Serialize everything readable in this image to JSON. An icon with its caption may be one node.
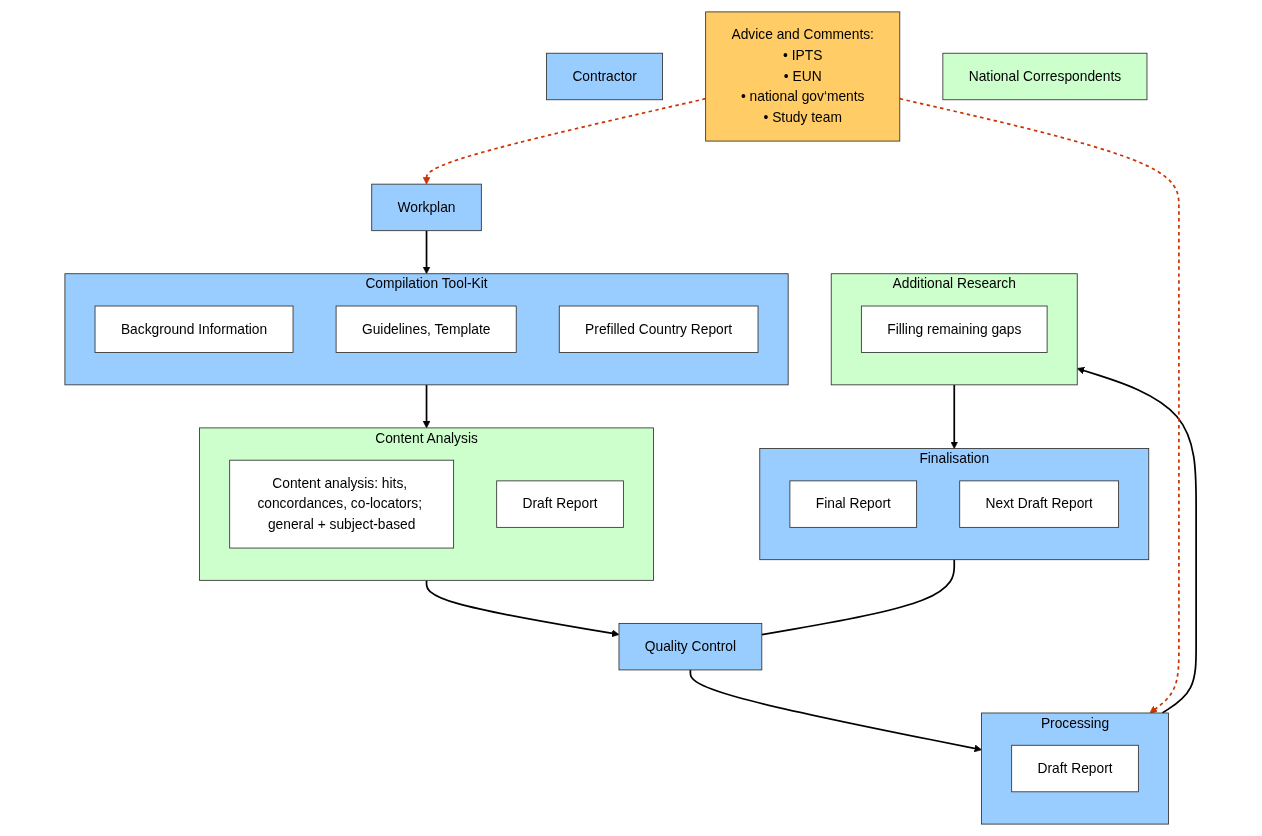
{
  "diagram": {
    "nodes": [
      {
        "text": [
          "Contractor"
        ]
      },
      {
        "text": [
          "Workplan"
        ]
      },
      {
        "text": [
          "Compilation Tool-Kit"
        ]
      },
      {
        "text": [
          "Background Information"
        ],
        "in": 2
      },
      {
        "text": [
          "Guidelines, Template"
        ],
        "in": 2
      },
      {
        "text": [
          "Prefilled Country Report"
        ],
        "in": 2
      },
      {
        "text": [
          "Quality Control"
        ]
      },
      {
        "text": [
          "Processing"
        ]
      },
      {
        "text": [
          "Draft Report"
        ],
        "in": 7
      },
      {
        "text": [
          "Finalisation"
        ]
      },
      {
        "text": [
          "Final Report"
        ],
        "in": 9
      },
      {
        "text": [
          "Next Draft Report"
        ],
        "in": 9
      },
      {
        "text": [
          "Advice and Comments:",
          "• IPTS",
          "• EUN",
          "• national gov‘ments",
          "• Study team"
        ]
      },
      {
        "text": [
          "National Correspondents"
        ]
      },
      {
        "text": [
          "Content Analysis"
        ]
      },
      {
        "text": [
          "Content analysis: hits, concordances, co-locators; general + subject-based"
        ],
        "in": 14
      },
      {
        "text": [
          "Draft Report"
        ],
        "in": 14
      },
      {
        "text": [
          "Additional Research"
        ]
      },
      {
        "text": [
          "Filling remaining gaps"
        ],
        "in": 17
      }
    ],
    "edges": [
      {
        "from": 1,
        "to": 2,
        "arrow": "to"
      },
      {
        "from": 2,
        "to": 14,
        "arrow": "to"
      },
      {
        "from": 14,
        "to": 6,
        "arrow": "to"
      },
      {
        "from": 6,
        "to": 7,
        "arrow": "to"
      },
      {
        "from": 7,
        "to": 17,
        "arrow": "to"
      },
      {
        "from": 17,
        "to": 9,
        "arrow": "to"
      },
      {
        "from": 9,
        "to": 6,
        "arrow": "none"
      },
      {
        "from": 12,
        "to": 1,
        "arrow": "to",
        "style": "dashed",
        "color": "#cc3300"
      },
      {
        "from": 12,
        "to": 7,
        "arrow": "to",
        "style": "dashed",
        "color": "#cc3300"
      }
    ]
  }
}
